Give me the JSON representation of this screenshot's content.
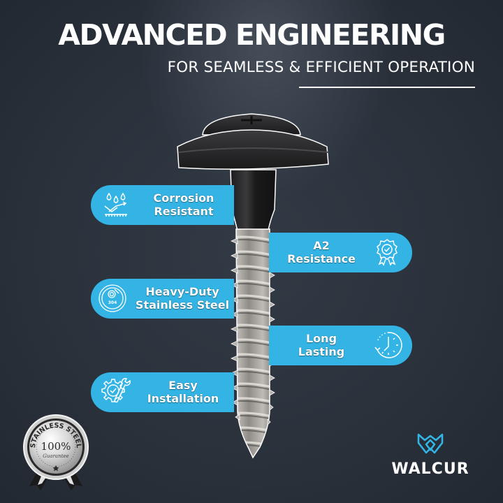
{
  "header": {
    "title": "ADVANCED ENGINEERING",
    "subtitle": "FOR SEAMLESS & EFFICIENT OPERATION"
  },
  "features": [
    {
      "line1": "Corrosion",
      "line2": "Resistant",
      "icon": "water-drops-icon",
      "side": "left"
    },
    {
      "line1": "A2",
      "line2": "Resistance",
      "icon": "award-ribbon-check-icon",
      "side": "right"
    },
    {
      "line1": "Heavy-Duty",
      "line2": "Stainless Steel",
      "icon": "stainless-304-seal-icon",
      "side": "left",
      "icon_text": "304"
    },
    {
      "line1": "Long",
      "line2": "Lasting",
      "icon": "clock-icon",
      "side": "right"
    },
    {
      "line1": "Easy",
      "line2": "Installation",
      "icon": "gear-wrench-check-icon",
      "side": "left"
    }
  ],
  "badge": {
    "ring_text": "STAINLESS STEEL",
    "percent": "100%",
    "script": "Guarantee"
  },
  "brand": {
    "name": "WALCUR"
  },
  "colors": {
    "accent": "#33b4e4",
    "background": "#2a313b",
    "text": "#ffffff"
  }
}
